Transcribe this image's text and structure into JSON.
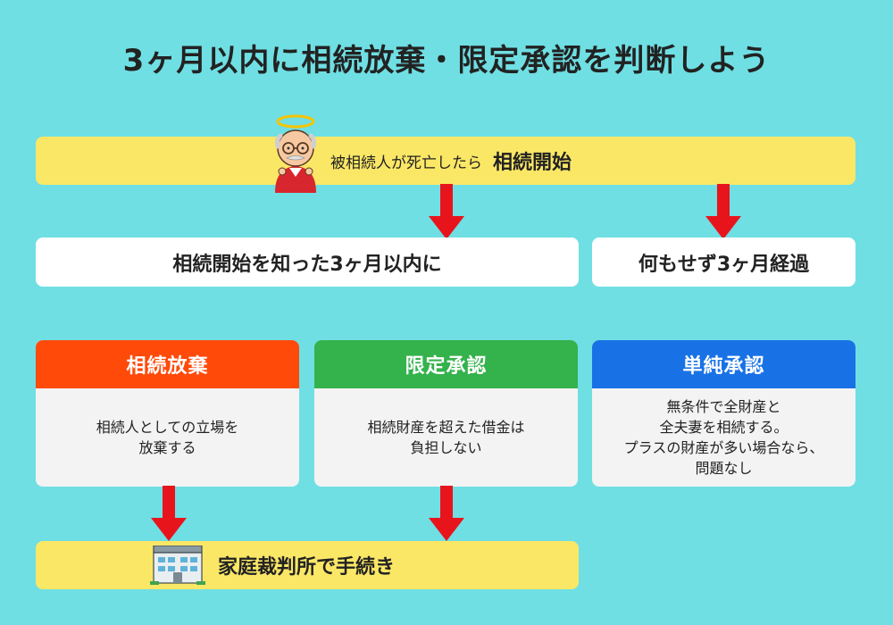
{
  "title": "3ヶ月以内に相続放棄・限定承認を判断しよう",
  "start": {
    "pre_text": "被相続人が死亡したら",
    "main_text": "相続開始",
    "icon": "angel-grandpa-icon"
  },
  "conditions": {
    "within": "相続開始を知った3ヶ月以内に",
    "elapsed": "何もせず3ヶ月経過"
  },
  "options": [
    {
      "title": "相続放棄",
      "color": "#ff4a0a",
      "description": "相続人としての立場を\n放棄する"
    },
    {
      "title": "限定承認",
      "color": "#34b24c",
      "description": "相続財産を超えた借金は\n負担しない"
    },
    {
      "title": "単純承認",
      "color": "#1872e6",
      "description": "無条件で全財産と\n全夫妻を相続する。\nプラスの財産が多い場合なら、\n問題なし"
    }
  ],
  "court": {
    "label": "家庭裁判所で手続き",
    "icon": "court-building-icon"
  },
  "colors": {
    "background": "#6fdfe3",
    "yellow": "#fbe766",
    "arrow": "#e8141c"
  }
}
